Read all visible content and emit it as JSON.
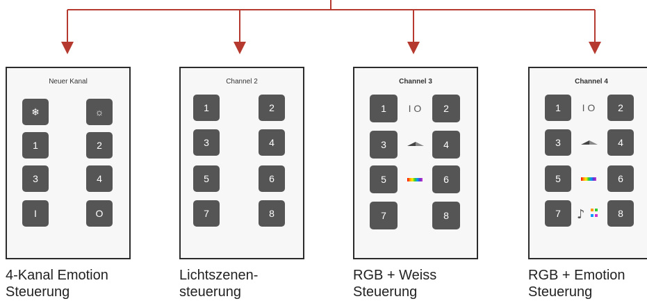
{
  "colors": {
    "connector": "#b5392f",
    "button": "#555555",
    "border": "#2b2b2b"
  },
  "panels": [
    {
      "title": "Neuer Kanal",
      "buttons": [
        "❄",
        "☼",
        "1",
        "2",
        "3",
        "4",
        "I",
        "O"
      ],
      "caption_line1": "4-Kanal Emotion",
      "caption_line2": "Steuerung"
    },
    {
      "title": "Channel 2",
      "buttons": [
        "1",
        "2",
        "3",
        "4",
        "5",
        "6",
        "7",
        "8"
      ],
      "caption_line1": "Lichtszenen-",
      "caption_line2": "steuerung"
    },
    {
      "title": "Channel 3",
      "buttons": [
        "1",
        "2",
        "3",
        "4",
        "5",
        "6",
        "7",
        "8"
      ],
      "middle_symbols": [
        "I O",
        "dimmer-icon",
        "rainbow-icon",
        ""
      ],
      "caption_line1": "RGB + Weiss",
      "caption_line2": "Steuerung"
    },
    {
      "title": "Channel 4",
      "buttons": [
        "1",
        "2",
        "3",
        "4",
        "5",
        "6",
        "7",
        "8"
      ],
      "middle_symbols": [
        "I O",
        "dimmer-icon",
        "rainbow-icon",
        "music-icon"
      ],
      "caption_line1": "RGB + Emotion",
      "caption_line2": "Steuerung"
    }
  ]
}
